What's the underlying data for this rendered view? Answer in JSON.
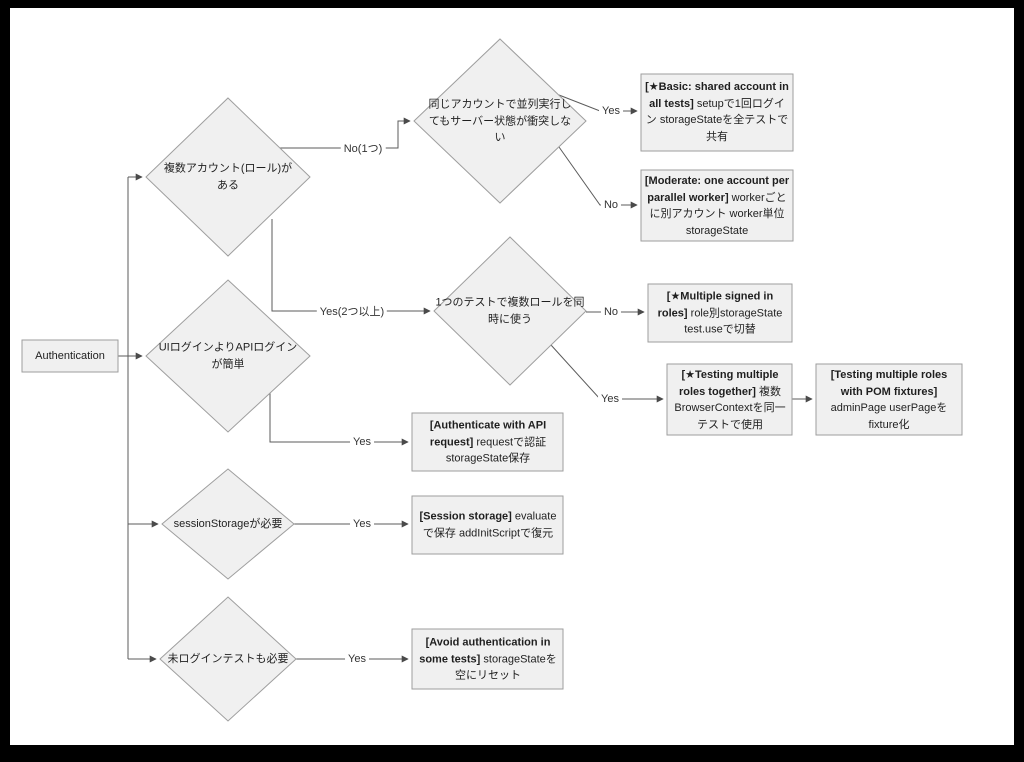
{
  "nodes": {
    "start": {
      "label": "Authentication"
    },
    "multi_account": {
      "label": "複数アカウント(ロール)が\nある"
    },
    "ui_vs_api": {
      "label": "UIログインよりAPIログイン\nが簡単"
    },
    "session_storage_needed": {
      "label": "sessionStorageが必要"
    },
    "no_auth_tests": {
      "label": "未ログインテストも必要"
    },
    "parallel_conflict": {
      "label": "同じアカウントで並列実行し\nてもサーバー状態が衝突しな\nい"
    },
    "multi_roles_same_test": {
      "label": "1つのテストで複数ロールを同\n時に使う"
    },
    "basic_shared": {
      "bold": "[★Basic: shared account in all tests]",
      "rest": " setupで1回ログイン storageStateを全テストで共有"
    },
    "moderate_worker": {
      "bold": "[Moderate: one account per parallel worker]",
      "rest": " workerごとに別アカウント worker単位storageState"
    },
    "multiple_signed_roles": {
      "bold": "[★Multiple signed in roles]",
      "rest": " role別storageState test.useで切替"
    },
    "multiple_roles_together": {
      "bold": "[★Testing multiple roles together]",
      "rest": " 複数BrowserContextを同一テストで使用"
    },
    "pom_fixtures": {
      "bold": "[Testing multiple roles with POM fixtures]",
      "rest": " adminPage userPageをfixture化"
    },
    "api_request_auth": {
      "bold": "[Authenticate with API request]",
      "rest": " requestで認証 storageState保存"
    },
    "session_storage": {
      "bold": "[Session storage]",
      "rest": " evaluateで保存 addInitScriptで復元"
    },
    "avoid_auth": {
      "bold": "[Avoid authentication in some tests]",
      "rest": " storageStateを空にリセット"
    }
  },
  "edge_labels": {
    "no_one": "No(1つ)",
    "yes_two_plus": "Yes(2つ以上)",
    "yes": "Yes",
    "no": "No"
  },
  "colors": {
    "canvas": "#ffffff",
    "frame": "#000000",
    "node_fill": "#f0f0f0",
    "node_border": "#9e9e9e",
    "edge": "#5b5b5b",
    "text": "#1f1f1f"
  }
}
